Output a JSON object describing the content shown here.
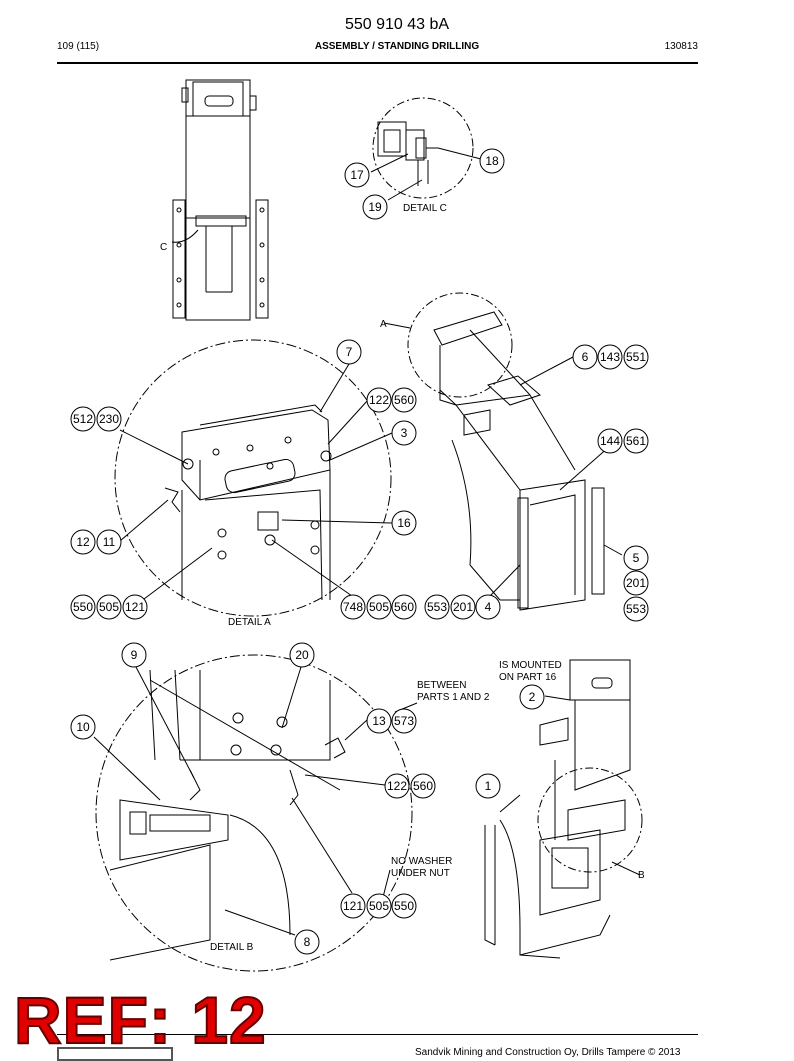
{
  "header": {
    "doc_number": "550 910 43 bA",
    "page": "109 (115)",
    "title": "ASSEMBLY / STANDING DRILLING",
    "code": "130813"
  },
  "detail_labels": {
    "detail_a": "DETAIL A",
    "detail_b": "DETAIL B",
    "detail_c": "DETAIL C",
    "a": "A",
    "b": "B",
    "c": "C"
  },
  "notes": {
    "mounted_1": "IS MOUNTED",
    "mounted_2": "ON PART 16",
    "between_1": "BETWEEN",
    "between_2": "PARTS 1 AND 2",
    "washer_1": "NO WASHER",
    "washer_2": "UNDER NUT"
  },
  "balloons": {
    "b17": "17",
    "b18": "18",
    "b19": "19",
    "b7": "7",
    "b6": "6",
    "b143": "143",
    "b551": "551",
    "b512": "512",
    "b230": "230",
    "b122a": "122",
    "b560a": "560",
    "b3": "3",
    "b144": "144",
    "b561": "561",
    "b16": "16",
    "b12": "12",
    "b11": "11",
    "b5": "5",
    "b201a": "201",
    "b550a": "550",
    "b505a": "505",
    "b121a": "121",
    "b748": "748",
    "b505b": "505",
    "b560b": "560",
    "b553a": "553",
    "b201b": "201",
    "b4": "4",
    "b553b": "553",
    "b9": "9",
    "b20": "20",
    "b2": "2",
    "b10": "10",
    "b13": "13",
    "b573": "573",
    "b122b": "122",
    "b560c": "560",
    "b1": "1",
    "b121b": "121",
    "b505c": "505",
    "b550b": "550",
    "b8": "8"
  },
  "stamp": "REF: 12",
  "footer": "Sandvik Mining and Construction Oy, Drills Tampere © 2013"
}
